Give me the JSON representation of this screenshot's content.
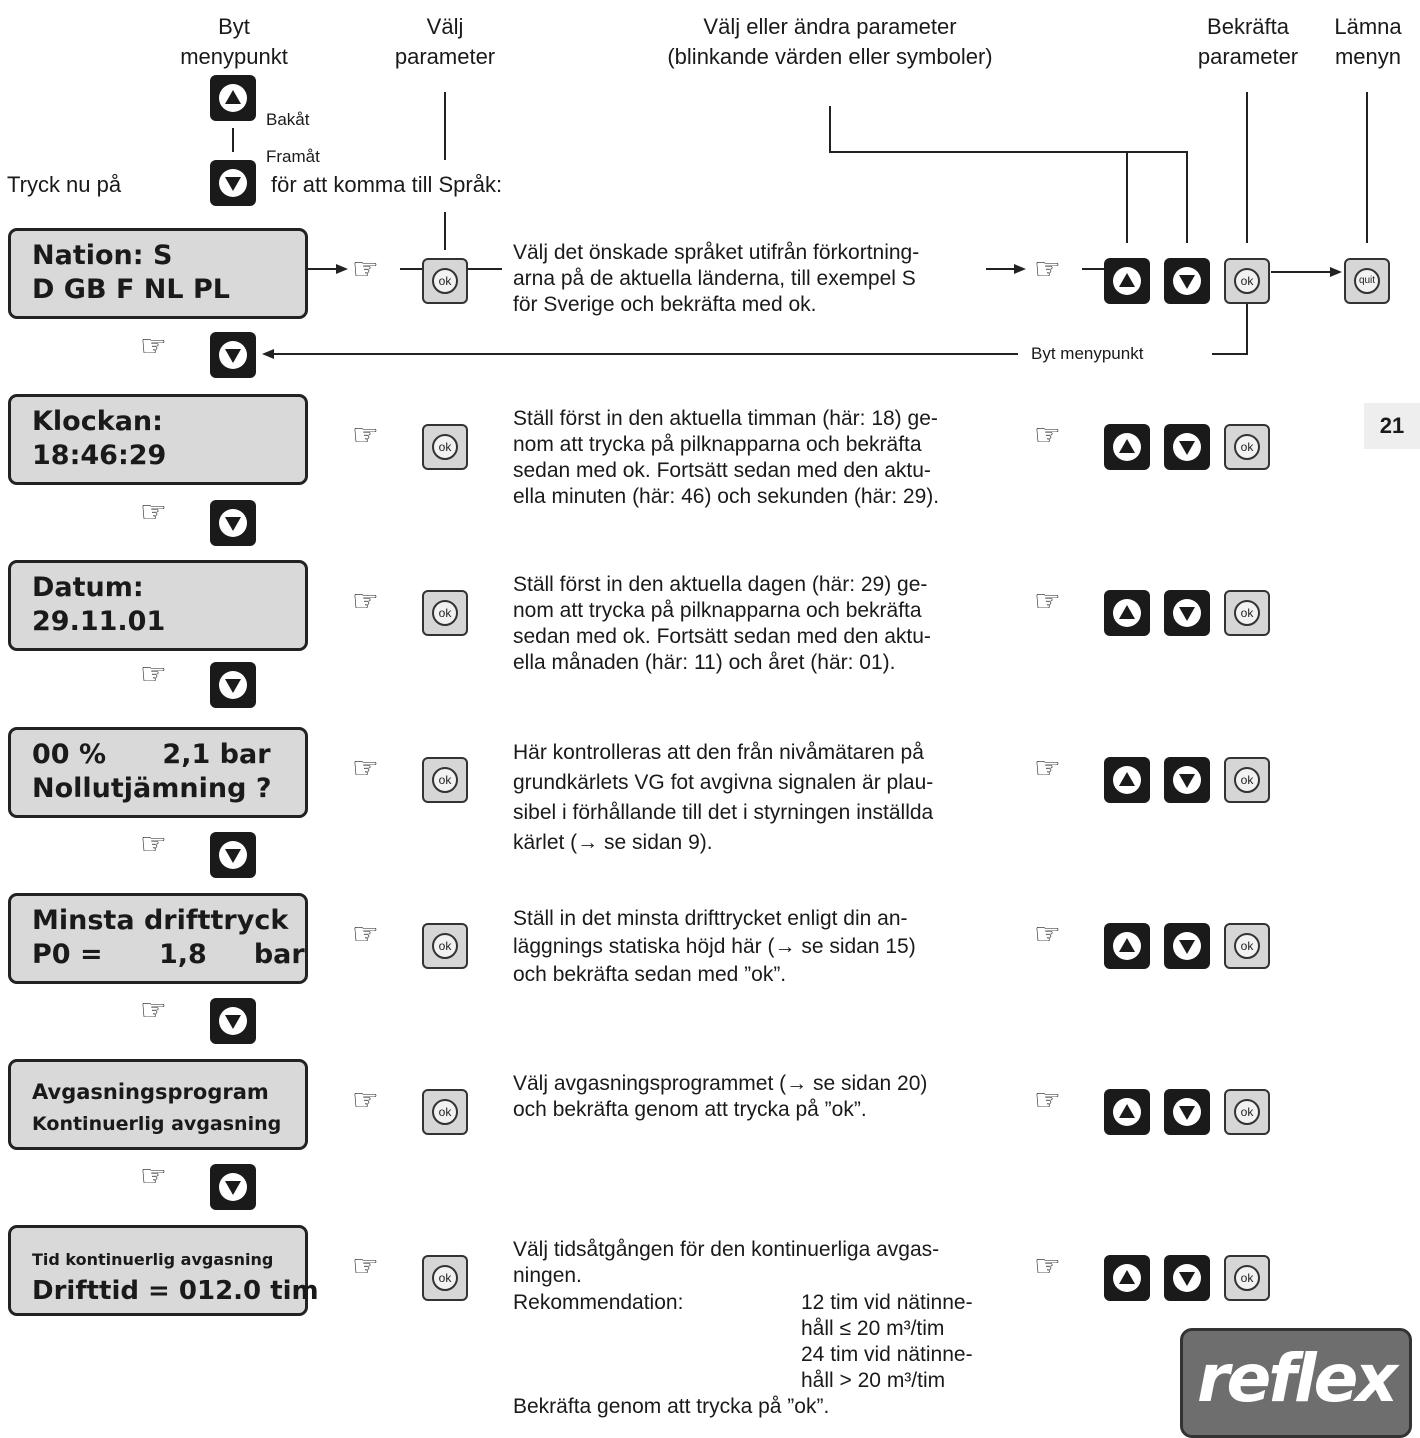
{
  "page_number": "21",
  "header": {
    "byt_line1": "Byt",
    "byt_line2": "menypunkt",
    "valj_line1": "Välj",
    "valj_line2": "parameter",
    "change_line1": "Välj eller ändra parameter",
    "change_line2": "(blinkande värden eller symboler)",
    "confirm_line1": "Bekräfta",
    "confirm_line2": "parameter",
    "leave_line1": "Lämna",
    "leave_line2": "menyn"
  },
  "nav": {
    "bakat": "Bakåt",
    "framat": "Framåt",
    "press_now": "Tryck nu på",
    "to_language": "för att komma till Språk:",
    "switch_item": "Byt menypunkt"
  },
  "buttons": {
    "ok_label": "ok",
    "quit_label": "quit",
    "up_icon": "arrow-up-icon",
    "down_icon": "arrow-down-icon"
  },
  "rows": [
    {
      "display_line1": "Nation: S",
      "display_line2": "D GB F NL PL",
      "description": "Välj det önskade språket utifrån förkortning-\narna på de aktuella länderna, till exempel S\nför Sverige och bekräfta med ok."
    },
    {
      "display_line1": "Klockan:",
      "display_line2": "18:46:29",
      "description": "Ställ först in den aktuella timman (här: 18) ge-\nnom att trycka på pilknapparna och bekräfta\nsedan med ok. Fortsätt sedan med den aktu-\nella minuten (här: 46) och sekunden (här: 29)."
    },
    {
      "display_line1": "Datum:",
      "display_line2": "29.11.01",
      "description": "Ställ först in den aktuella dagen (här: 29) ge-\nnom att trycka på pilknapparna och bekräfta\nsedan med ok. Fortsätt sedan med den aktu-\nella månaden (här: 11) och året (här: 01)."
    },
    {
      "display_line1": "00 %      2,1 bar",
      "display_line2": "Nollutjämning ?",
      "description": "Här kontrolleras att den från nivåmätaren på\ngrundkärlets VG fot avgivna signalen är plau-\nsibel i förhållande till det i styrningen inställda\nkärlet  (→ se sidan 9)."
    },
    {
      "display_line1": "Minsta drifttryck",
      "display_line2": "P0 =      1,8     bar",
      "description": "Ställ in det minsta drifttrycket enligt din an-\nläggnings statiska höjd här (→ se sidan 15)\noch bekräfta sedan med ”ok”."
    },
    {
      "display_line1": "Avgasningsprogram",
      "display_line2": "Kontinuerlig avgasning",
      "description": "Välj avgasningsprogrammet (→ se sidan 20)\noch bekräfta genom att trycka på ”ok”."
    },
    {
      "display_line1": "Tid kontinuerlig avgasning",
      "display_line2": "Drifttid = 012.0 tim",
      "description": "Välj tidsåtgången för den kontinuerliga avgas-\nningen.",
      "recommendation_label": "Rekommendation:",
      "recommendation_value": "12 tim vid nätinne-\nhåll ≤ 20 m³/tim\n24 tim vid nätinne-\nhåll > 20 m³/tim",
      "confirm": "Bekräfta genom att trycka på ”ok”."
    }
  ],
  "logo_text": "reflex"
}
